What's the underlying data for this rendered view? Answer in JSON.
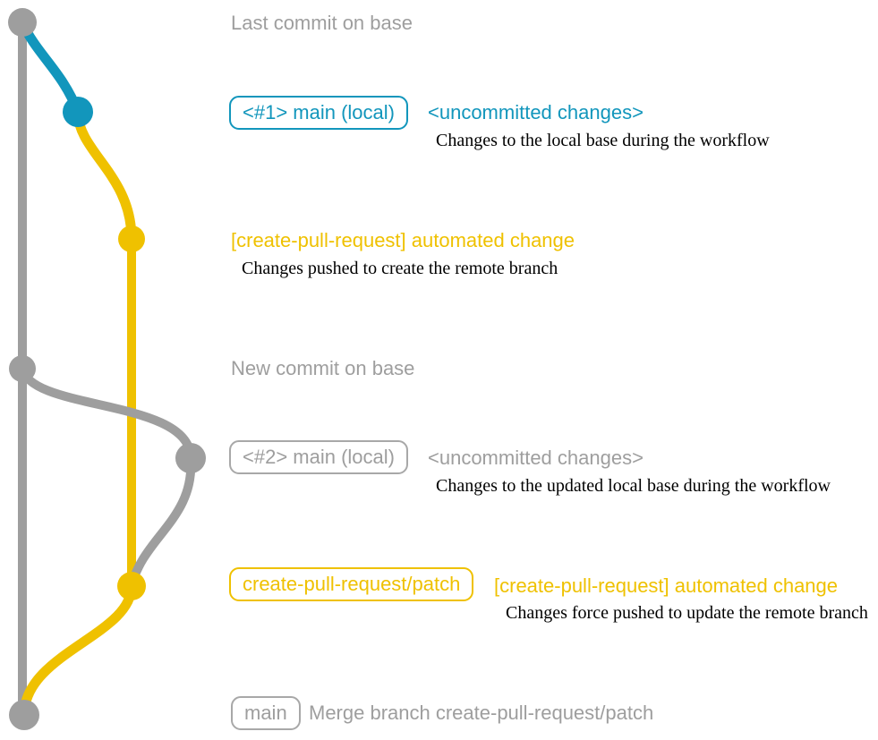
{
  "colors": {
    "base_gray": "#9e9e9e",
    "local_blue": "#1296bc",
    "remote_yellow": "#efc100",
    "note_black": "#000000",
    "background": "#ffffff"
  },
  "graph": {
    "type": "git-graph",
    "branches": [
      {
        "name": "base",
        "color": "#9e9e9e"
      },
      {
        "name": "main-local",
        "color": "#1296bc"
      },
      {
        "name": "create-pull-request/patch",
        "color": "#efc100"
      }
    ],
    "commits": [
      {
        "name": "base-tip",
        "branch": "base",
        "annotation": "Last commit on base"
      },
      {
        "name": "local-1",
        "branch": "main-local",
        "annotation": "<#1> main (local)"
      },
      {
        "name": "remote-1",
        "branch": "create-pull-request/patch",
        "annotation": "[create-pull-request] automated change"
      },
      {
        "name": "base-new",
        "branch": "base",
        "annotation": "New commit on base"
      },
      {
        "name": "local-2",
        "branch": "main-local",
        "annotation": "<#2> main (local)"
      },
      {
        "name": "remote-2",
        "branch": "create-pull-request/patch",
        "annotation": "create-pull-request/patch"
      },
      {
        "name": "merge",
        "branch": "base",
        "annotation": "main — Merge branch create-pull-request/patch"
      }
    ]
  },
  "rows": {
    "row1": {
      "title": "Last commit on base"
    },
    "row2": {
      "badge": "<#1> main (local)",
      "status": "<uncommitted changes>",
      "note": "Changes to the local base during the workflow"
    },
    "row3": {
      "message": "[create-pull-request] automated change",
      "note": "Changes pushed to create the remote branch"
    },
    "row4": {
      "title": "New commit on base"
    },
    "row5": {
      "badge": "<#2> main (local)",
      "status": "<uncommitted changes>",
      "note": "Changes to the updated local base during the workflow"
    },
    "row6": {
      "badge": "create-pull-request/patch",
      "message": "[create-pull-request] automated change",
      "note": "Changes force pushed to update the remote branch"
    },
    "row7": {
      "badge": "main",
      "message": "Merge branch create-pull-request/patch"
    }
  }
}
